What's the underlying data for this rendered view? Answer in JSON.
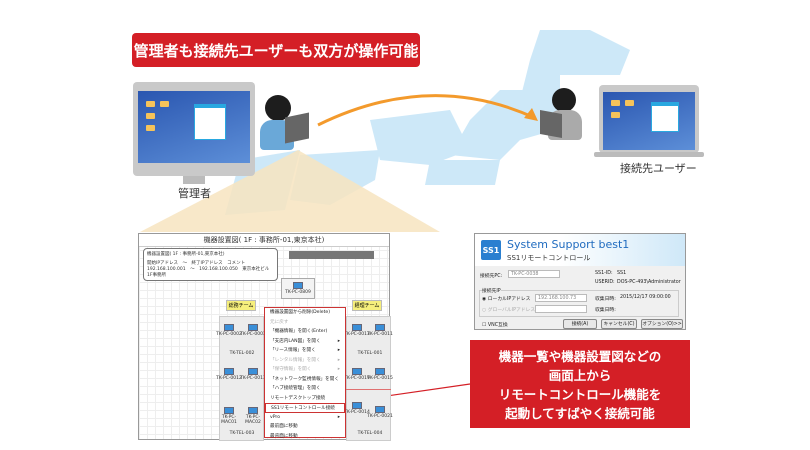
{
  "banner": "管理者も接続先ユーザーも双方が操作可能",
  "admin_label": "管理者",
  "user_label": "接続先ユーザー",
  "screenshot": {
    "title": "機器設置図( 1F : 事務所-01,東京本社)",
    "info_line1": "機器設置図( 1F : 事務所-01,東京本社)",
    "info_line2": "開始IPアドレス　～　終了IPアドレス　コメント",
    "info_line3": "192.168.100.001　～　192.168.100.050　東京本社ビル 1F事務所",
    "top_pc": "TK-PC-0809",
    "team_left": "総務チーム",
    "team_right": "経理チーム",
    "pcs": [
      "TK-PC-0002",
      "TK-PC-0003",
      "TK-TEL-002",
      "TK-PC-0012",
      "TK-PC-0013",
      "TK-PC-MAC01",
      "TK-PC-MAC02",
      "TK-TEL-003",
      "TK-PC-0013",
      "TK-PC-0011",
      "TK-TEL-001",
      "TK-PC-0019",
      "TK-PC-0015",
      "TK-PC-0014",
      "TK-PC-0021",
      "TK-TEL-004"
    ],
    "menu": [
      {
        "label": "機器設置図から削除(Delete)",
        "disabled": false,
        "sub": false
      },
      {
        "label": "元に戻す",
        "disabled": true,
        "sub": false
      },
      {
        "label": "「機器情報」を開く(Enter)",
        "disabled": false,
        "sub": false
      },
      {
        "label": "「支店内LAN図」を開く",
        "disabled": false,
        "sub": true
      },
      {
        "label": "「リース情報」を開く",
        "disabled": false,
        "sub": true
      },
      {
        "label": "「レンタル情報」を開く",
        "disabled": true,
        "sub": true
      },
      {
        "label": "「保守情報」を開く",
        "disabled": true,
        "sub": true
      },
      {
        "label": "「ネットワーク監視情報」を開く",
        "disabled": false,
        "sub": false
      },
      {
        "label": "「ハブ接続管理」を開く",
        "disabled": false,
        "sub": false
      },
      {
        "label": "リモートデスクトップ接続",
        "disabled": false,
        "sub": false
      },
      {
        "label": "SS1リモートコントロール接続",
        "disabled": false,
        "sub": false,
        "highlight": true
      },
      {
        "label": "vPro",
        "disabled": false,
        "sub": true
      },
      {
        "label": "最前面に移動",
        "disabled": false,
        "sub": false
      },
      {
        "label": "最背面に移動",
        "disabled": false,
        "sub": false
      }
    ],
    "submenu_arrow": "▸"
  },
  "dialog": {
    "logo": "SS1",
    "title": "System Support best1",
    "subtitle": "SS1リモートコントロール",
    "dest_pc_label": "接続先PC:",
    "dest_pc_value": "TK-PC-0038",
    "ss1id_label": "SS1-ID:",
    "ss1id_value": "SS1",
    "userid_label": "USERID:",
    "userid_value": "DOS-PC-493\\Administrator",
    "group_label": "接続先IP",
    "local_ip_label": "ローカルIPアドレス",
    "local_ip_value": "192.168.100.73",
    "global_ip_label": "グローバルIPアドレス",
    "global_ip_value": "",
    "last1_label": "収集日時:",
    "last1_value": "2015/12/17 09:00:00",
    "last2_label": "収集日時:",
    "last2_value": "",
    "vnc_label": "VNC互換",
    "connect": "接続(A)",
    "cancel": "キャンセル(C)",
    "options": "オプション(O)>>"
  },
  "callout": [
    "機器一覧や機器設置図などの",
    "画面上から",
    "リモートコントロール機能を",
    "起動してすばやく接続可能"
  ],
  "colors": {
    "red": "#d41f26",
    "arrow": "#f39a2c",
    "map": "#cde8f8",
    "beam": "#f7e4c0"
  }
}
